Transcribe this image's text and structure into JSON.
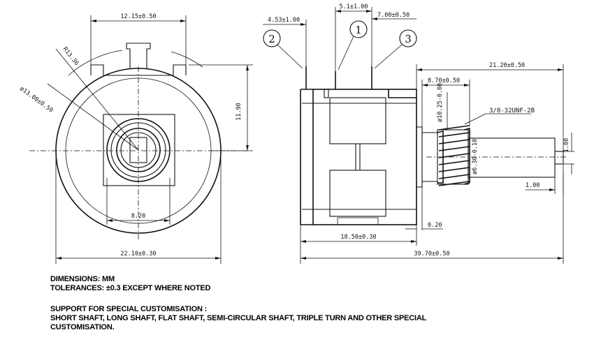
{
  "notes": {
    "line1": "DIMENSIONS: MM",
    "line2": "TOLERANCES: ±0.3 EXCEPT WHERE NOTED",
    "line3": "SUPPORT FOR SPECIAL CUSTOMISATION :",
    "line4": "SHORT SHAFT, LONG SHAFT, FLAT SHAFT, SEMI-CIRCULAR SHAFT, TRIPLE TURN AND OTHER SPECIAL",
    "line5": "CUSTOMISATION."
  },
  "front_view": {
    "dim_top": "12.15±0.50",
    "dim_radius": "R13.36",
    "dim_diameter": "ø13.00±0.50",
    "dim_height": "11.90",
    "dim_shaft": "8.20",
    "dim_width": "22.10±0.30"
  },
  "side_view": {
    "dim_pin_a": "4.53±1.00",
    "dim_pin_b": "5.1±1.00",
    "dim_pin_c": "7.00±0.50",
    "dim_shaft_total": "21.20±0.50",
    "dim_thread_len": "8.70±0.50",
    "dim_thread_dia": "ø10.25-0.00",
    "thread_spec": "3/8-32UNF-2B",
    "dim_shaft_dia": "ø6.30-0.10",
    "dim_flat": "1.00",
    "dim_flat_len": "1.00",
    "dim_gap": "0.20",
    "dim_body": "18.50±0.30",
    "dim_total": "39.70±0.50"
  },
  "balloons": [
    "2",
    "1",
    "3"
  ]
}
